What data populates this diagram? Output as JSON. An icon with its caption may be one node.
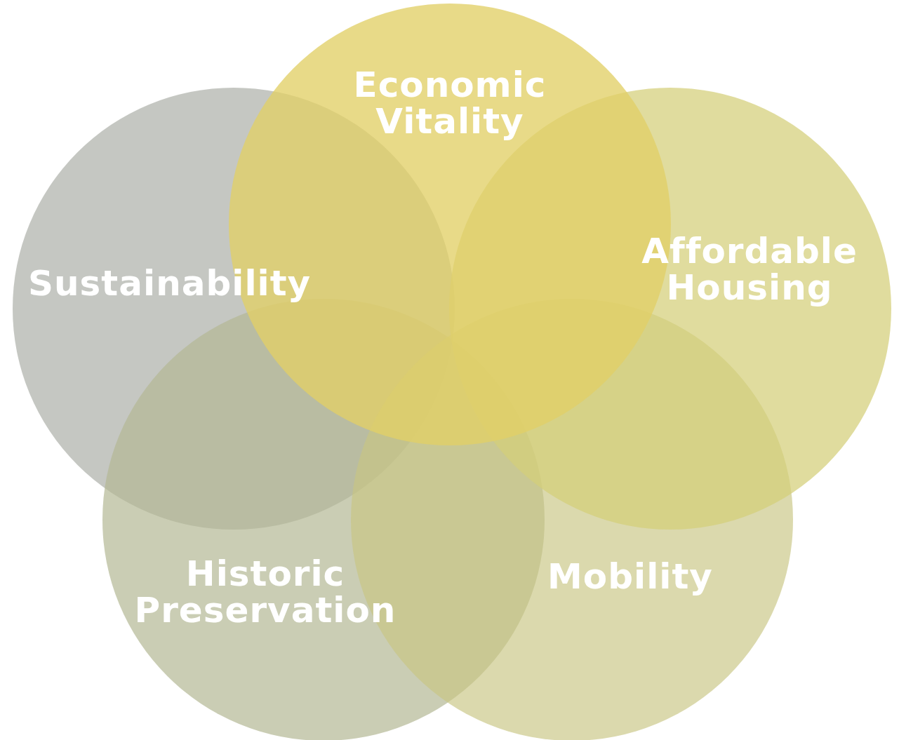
{
  "diagram": {
    "nodes": [
      {
        "text": [
          "Economic Vitality"
        ]
      },
      {
        "text": [
          "Affordable Housing"
        ]
      },
      {
        "text": [
          "Sustainability"
        ]
      },
      {
        "text": [
          "Historic Preservation"
        ]
      },
      {
        "text": [
          "Mobility"
        ]
      }
    ],
    "edges": []
  }
}
